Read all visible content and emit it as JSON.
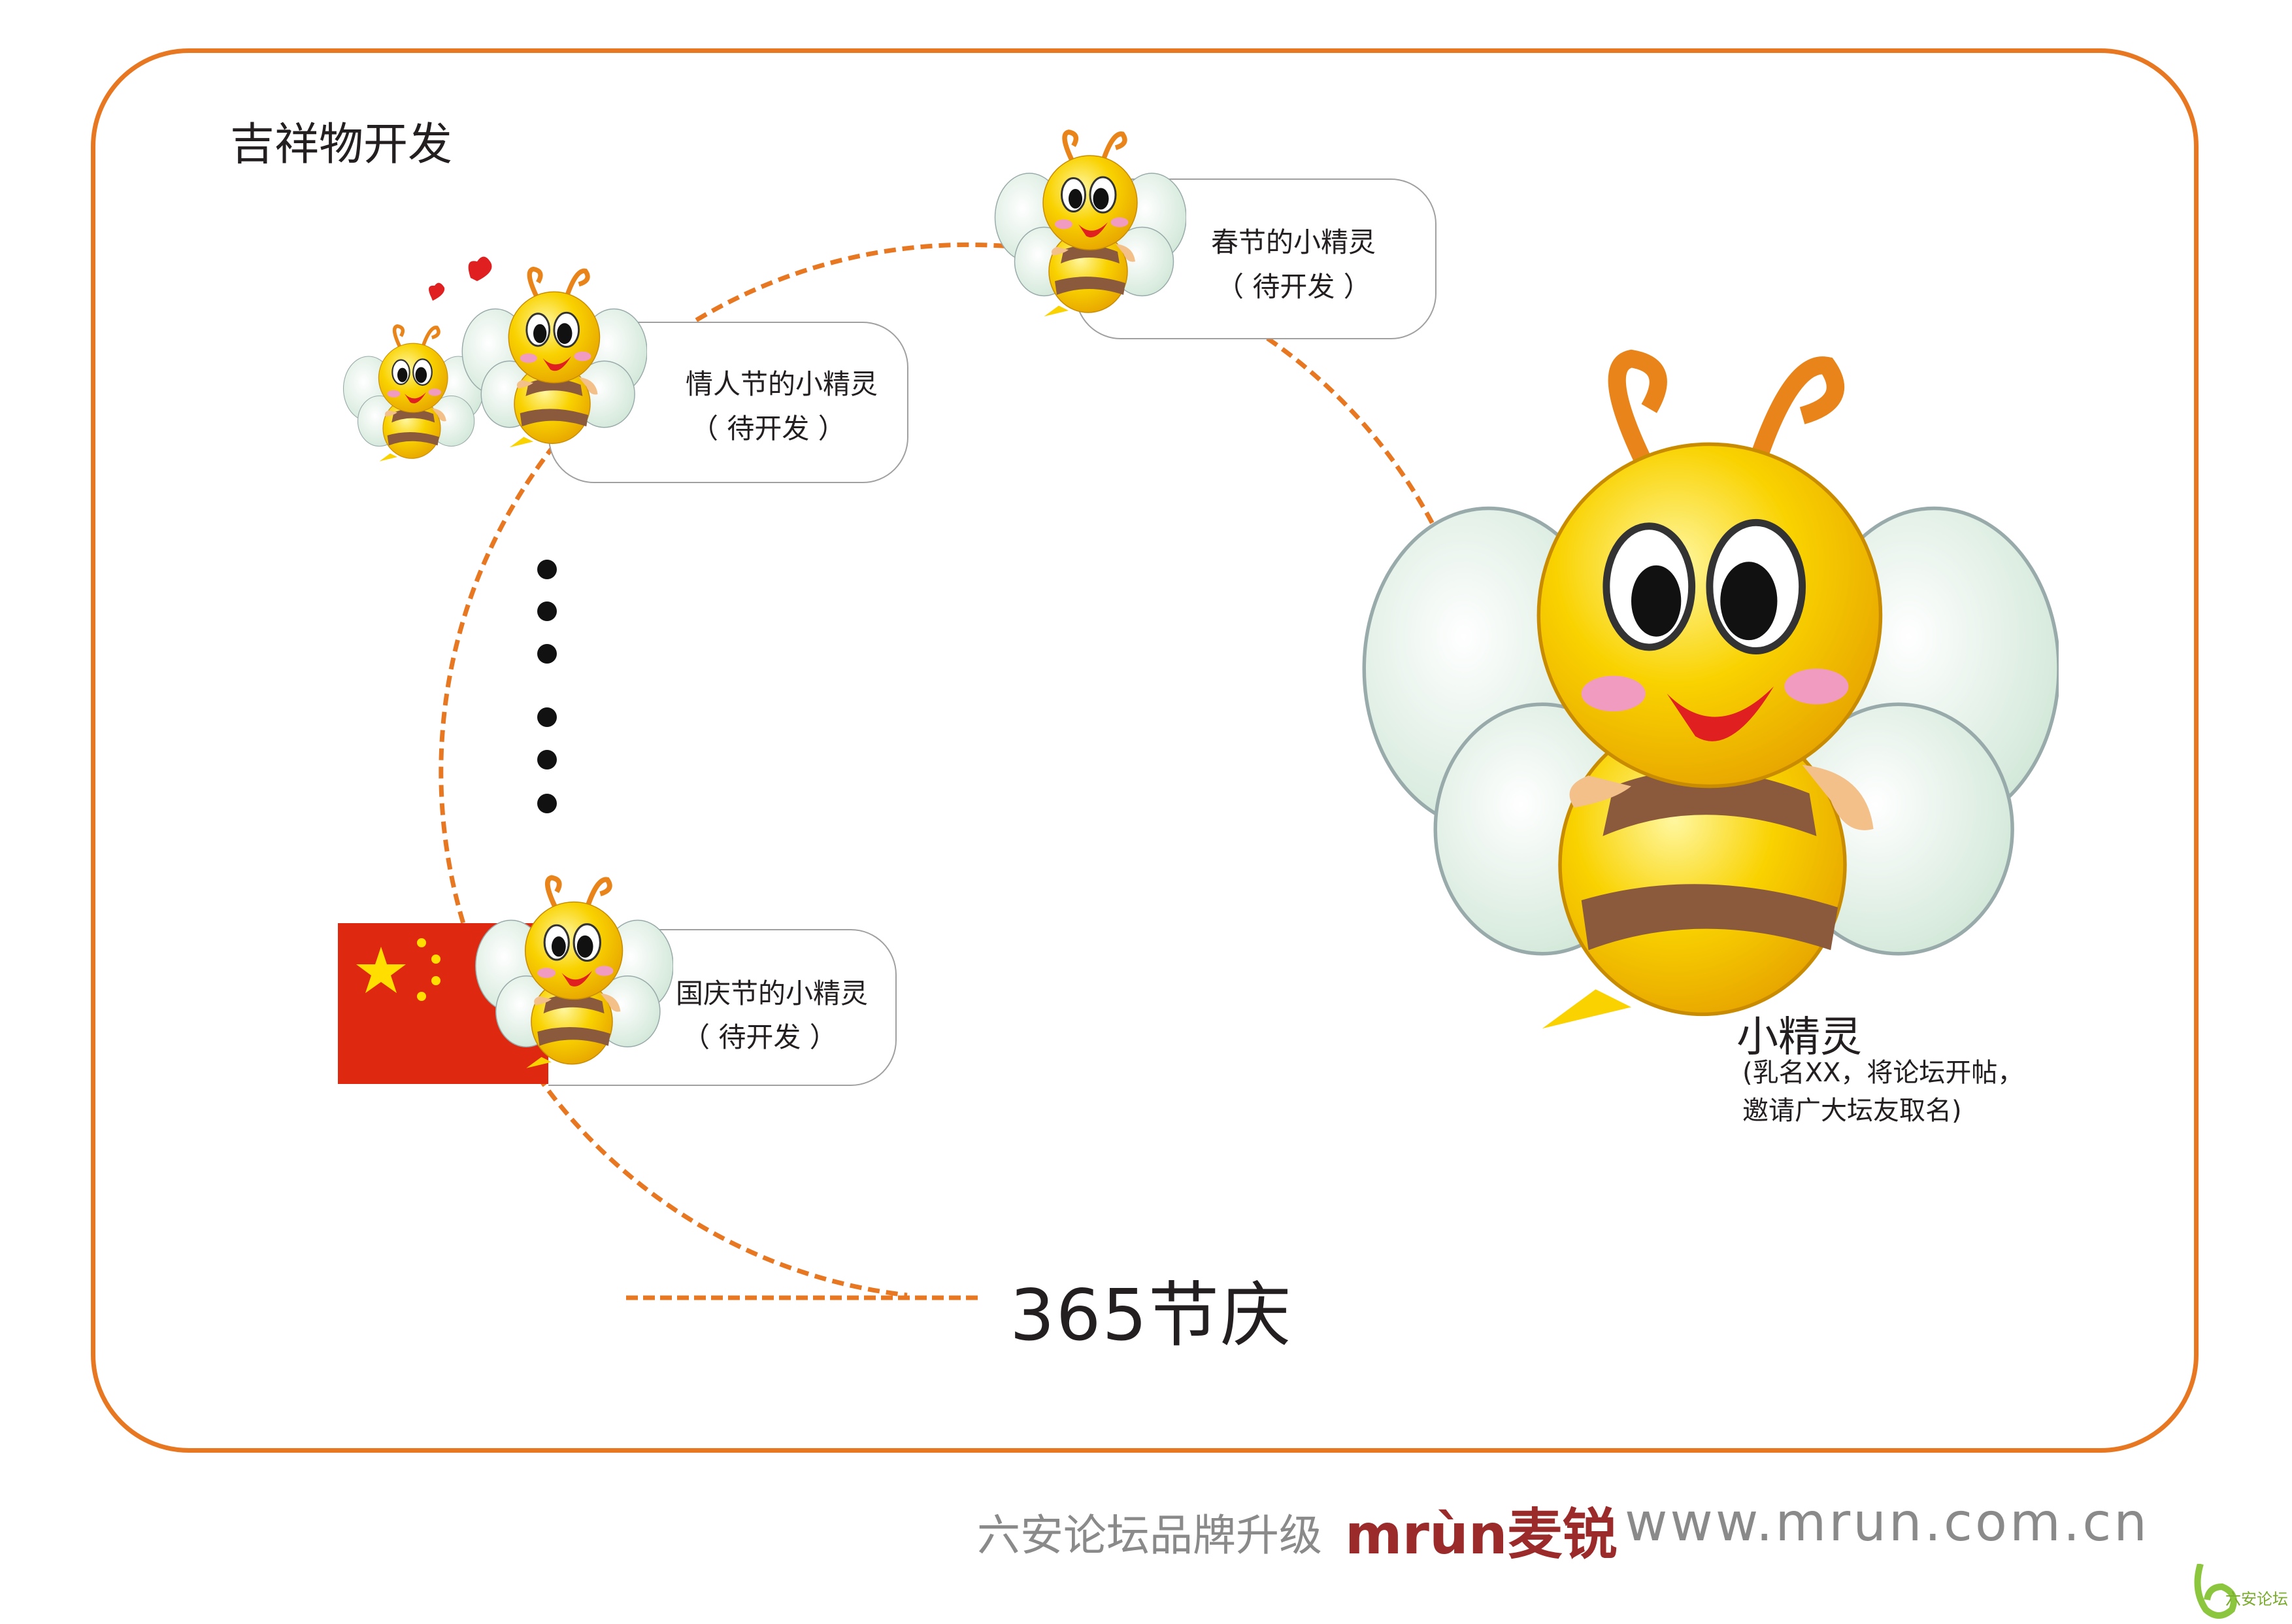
{
  "title": "吉祥物开发",
  "colors": {
    "frame": "#E87722",
    "brand": "#9B2A2A",
    "footer_text": "#8A8A8A",
    "flag": "#DE2910",
    "bee_yellow": "#F7C600",
    "bee_stripe": "#8B5A3C"
  },
  "cards": [
    {
      "line1": "春节的小精灵",
      "line2": "（ 待开发 ）"
    },
    {
      "line1": "情人节的小精灵",
      "line2": "（ 待开发 ）"
    },
    {
      "line1": "国庆节的小精灵",
      "line2": "（ 待开发 ）"
    }
  ],
  "festival_label": "365节庆",
  "mascot": {
    "name": "小精灵",
    "desc_line1": "(乳名XX，将论坛开帖，",
    "desc_line2": "邀请广大坛友取名)"
  },
  "footer": {
    "slogan": "六安论坛品牌升级",
    "brand": "mrùn麦锐",
    "url": "www.mrun.com.cn",
    "corner_logo_text": "六安论坛"
  },
  "icons": [
    "bee-mascot-icon",
    "heart-icon",
    "china-flag-icon",
    "ellipsis-dots"
  ]
}
